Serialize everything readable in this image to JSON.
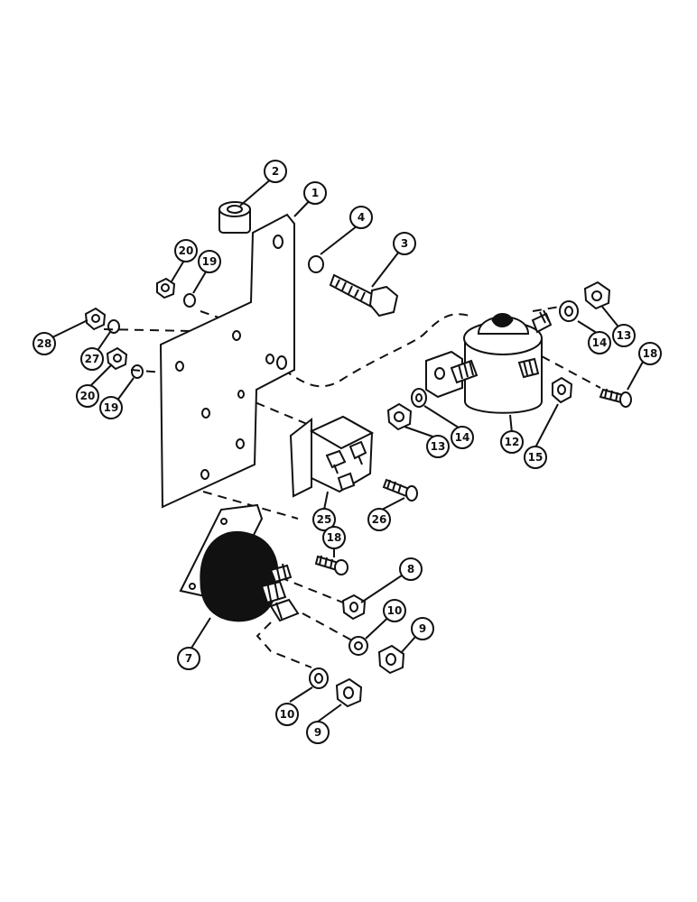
{
  "diagram": {
    "callouts": {
      "c1": "1",
      "c2": "2",
      "c3": "3",
      "c4": "4",
      "c20a": "20",
      "c19a": "19",
      "c28": "28",
      "c27": "27",
      "c20b": "20",
      "c19b": "19",
      "c14a": "14",
      "c13a": "13",
      "c18a": "18",
      "c13b": "13",
      "c14b": "14",
      "c12": "12",
      "c15": "15",
      "c25": "25",
      "c26": "26",
      "c18b": "18",
      "c8": "8",
      "c7": "7",
      "c10a": "10",
      "c9a": "9",
      "c10b": "10",
      "c9b": "9"
    },
    "colors": {
      "ink": "#111111",
      "background": "#ffffff"
    }
  }
}
